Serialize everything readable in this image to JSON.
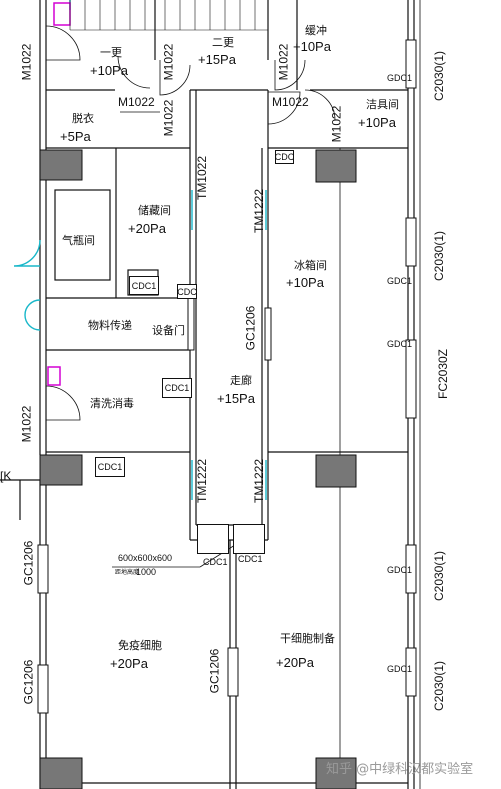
{
  "rooms": {
    "change1": {
      "name": "一更",
      "pressure": "+10Pa"
    },
    "change2": {
      "name": "二更",
      "pressure": "+15Pa"
    },
    "buffer": {
      "name": "缓冲",
      "pressure": "+10Pa"
    },
    "undress": {
      "name": "脱衣",
      "pressure": "+5Pa"
    },
    "clean_room": {
      "name": "洁具间",
      "pressure": "+10Pa"
    },
    "storage": {
      "name": "储藏间",
      "pressure": "+20Pa"
    },
    "gas_cylinder": {
      "name": "气瓶间"
    },
    "fridge": {
      "name": "冰箱间",
      "pressure": "+10Pa"
    },
    "material_pass": {
      "name": "物料传递"
    },
    "equipment_door": {
      "name": "设备门"
    },
    "corridor": {
      "name": "走廊",
      "pressure": "+15Pa"
    },
    "wash": {
      "name": "清洗消毒"
    },
    "immune": {
      "name": "免疫细胞",
      "pressure": "+20Pa"
    },
    "stem": {
      "name": "干细胞制备",
      "pressure": "+20Pa"
    }
  },
  "door_codes": {
    "m1022": "M1022",
    "tm1022": "TM1022",
    "tm1222": "TM1222",
    "gc1206": "GC1206",
    "c2030": "C2030(1)",
    "fc2030": "FC2030Z"
  },
  "equipment": {
    "cdc": "CDC",
    "cdc1": "CDC1",
    "gdc1": "GDC1",
    "size_note": "600x600x600",
    "height_note": "1000",
    "height_prefix": "距地高度"
  },
  "edge_text": "[K",
  "watermark": "知乎 @中绿科汉都实验室"
}
